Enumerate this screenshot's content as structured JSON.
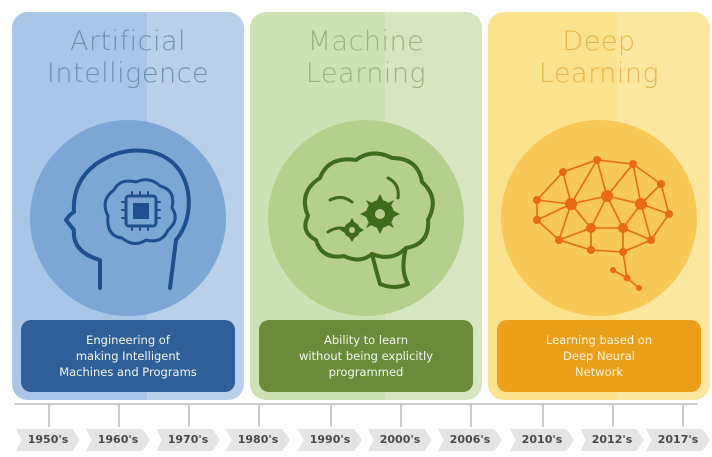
{
  "panels": {
    "ai": {
      "title": "Artificial\nIntelligence",
      "description": "Engineering of\nmaking Intelligent\nMachines and Programs",
      "icon": "head-chip-icon"
    },
    "ml": {
      "title": "Machine\nLearning",
      "description": "Ability to learn\nwithout being explicitly\nprogrammed",
      "icon": "brain-gears-icon"
    },
    "dl": {
      "title": "Deep\nLearning",
      "description": "Learning based on\nDeep Neural\nNetwork",
      "icon": "neural-brain-icon"
    }
  },
  "timeline": {
    "years": [
      "1950's",
      "1960's",
      "1970's",
      "1980's",
      "1990's",
      "2000's",
      "2006's",
      "2010's",
      "2012's",
      "2017's"
    ]
  },
  "colors": {
    "ai_accent": "#2f5f98",
    "ml_accent": "#6a8c3a",
    "dl_accent": "#ec9f1a"
  }
}
